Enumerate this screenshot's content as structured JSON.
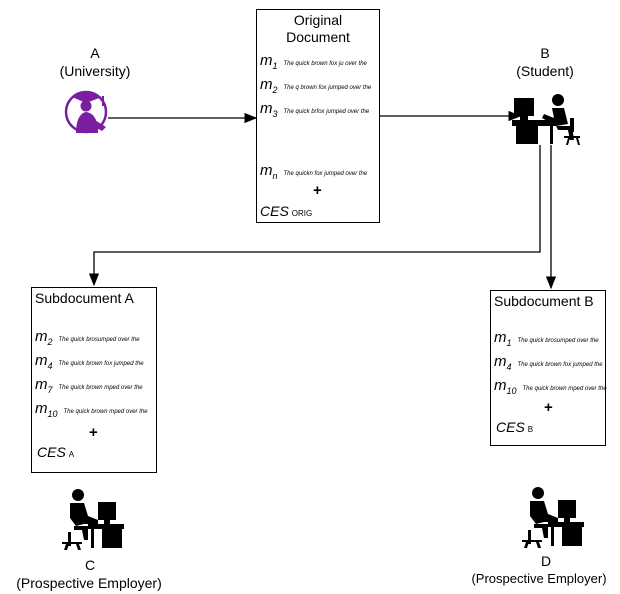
{
  "nodes": {
    "a": {
      "letter": "A",
      "role": "(University)"
    },
    "b": {
      "letter": "B",
      "role": "(Student)"
    },
    "c": {
      "letter": "C",
      "role": "(Prospective Employer)"
    },
    "d": {
      "letter": "D",
      "role": "(Prospective Employer)"
    }
  },
  "original": {
    "title_line1": "Original",
    "title_line2": "Document",
    "rows": [
      {
        "m": "m",
        "sub": "1",
        "text": "The quick brown fox ju over the"
      },
      {
        "m": "m",
        "sub": "2",
        "text": "The q brown fox jumped over the"
      },
      {
        "m": "m",
        "sub": "3",
        "text": "The quick brfox jumped over the"
      },
      {
        "m": "m",
        "sub": "n",
        "text": "The quickn fox jumped over the"
      }
    ],
    "plus": "+",
    "ces": "CES",
    "ces_sub": "ORIG"
  },
  "sub_a": {
    "title": "Subdocument A",
    "rows": [
      {
        "m": "m",
        "sub": "2",
        "text": "The quick brosumped over the"
      },
      {
        "m": "m",
        "sub": "4",
        "text": "The quick brown fox jumped the"
      },
      {
        "m": "m",
        "sub": "7",
        "text": "The quick brown mped over the"
      },
      {
        "m": "m",
        "sub": "10",
        "text": "The quick brown mped over the"
      }
    ],
    "plus": "+",
    "ces": "CES",
    "ces_sub": "A"
  },
  "sub_b": {
    "title": "Subdocument B",
    "rows": [
      {
        "m": "m",
        "sub": "1",
        "text": "The quick brosumped over the"
      },
      {
        "m": "m",
        "sub": "4",
        "text": "The quick brown fox jumped the"
      },
      {
        "m": "m",
        "sub": "10",
        "text": "The quick brown mped over the"
      }
    ],
    "plus": "+",
    "ces": "CES",
    "ces_sub": "B"
  },
  "icons": {
    "university": "graduate-icon",
    "student": "person-at-computer-icon",
    "employer": "person-at-computer-icon"
  },
  "colors": {
    "graduate": "#7a1fa0",
    "line": "#000000"
  }
}
